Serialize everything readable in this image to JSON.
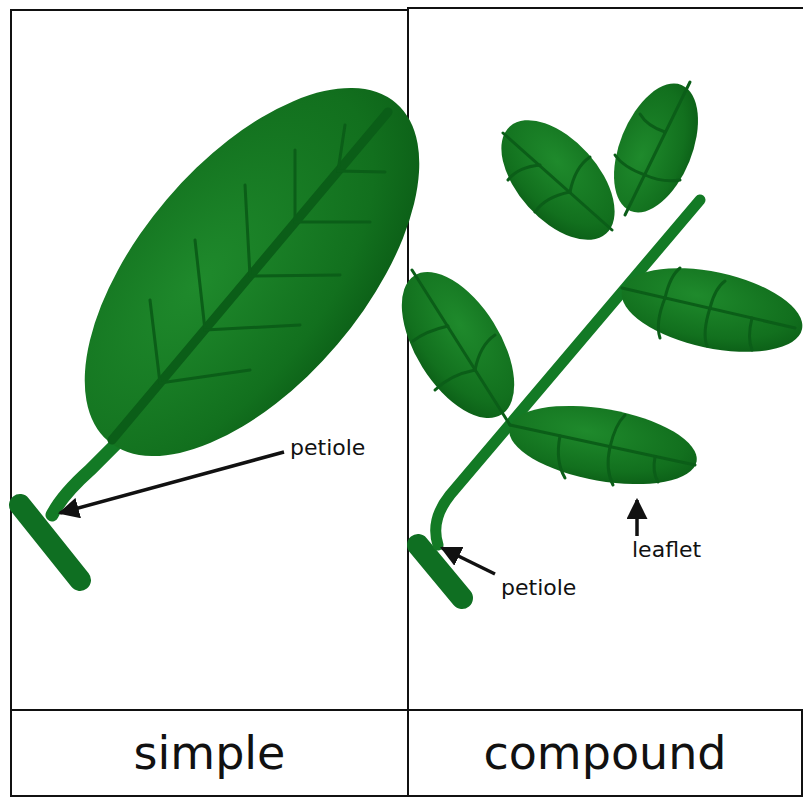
{
  "diagram": {
    "nodes": [
      {
        "text": [
          "simple"
        ]
      },
      {
        "text": [
          "compound"
        ]
      }
    ],
    "labels": [
      "petiole",
      "leaflet",
      "petiole"
    ]
  }
}
